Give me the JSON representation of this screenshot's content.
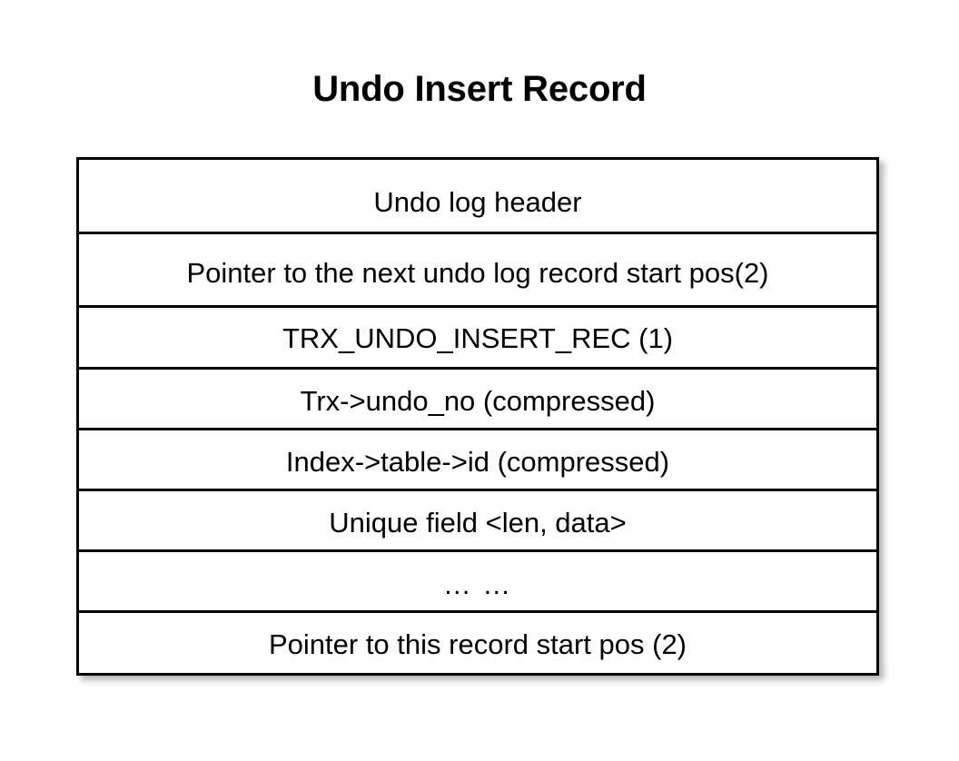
{
  "diagram": {
    "title": "Undo Insert Record",
    "type": "record-layout-table",
    "rows": [
      {
        "label": "Undo log header"
      },
      {
        "label": "Pointer to the next undo log record start pos(2)"
      },
      {
        "label": "TRX_UNDO_INSERT_REC (1)"
      },
      {
        "label": "Trx->undo_no (compressed)"
      },
      {
        "label": "Index->table->id (compressed)"
      },
      {
        "label": "Unique field <len, data>"
      },
      {
        "label": "… …"
      },
      {
        "label": "Pointer to this record start pos (2)"
      }
    ]
  },
  "colors": {
    "background": "#ffffff",
    "border": "#000000",
    "text": "#000000",
    "cell_fill": "#ffffff"
  }
}
